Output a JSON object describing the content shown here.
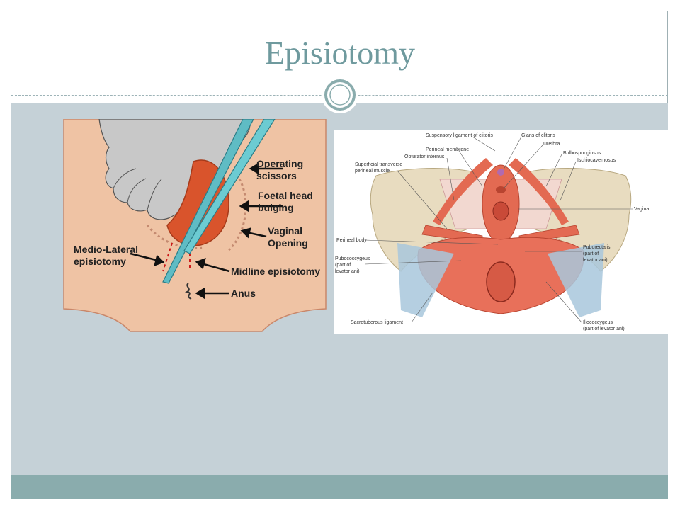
{
  "slide": {
    "title": "Episiotomy"
  },
  "left_figure": {
    "labels": {
      "operating_scissors_1": "Operating",
      "operating_scissors_2": "scissors",
      "foetal_head_1": "Foetal head",
      "foetal_head_2": "bulging",
      "vaginal_opening_1": "Vaginal",
      "vaginal_opening_2": "Opening",
      "medio_lateral_1": "Medio-Lateral",
      "medio_lateral_2": "episiotomy",
      "midline": "Midline episiotomy",
      "anus": "Anus"
    }
  },
  "right_figure": {
    "labels": {
      "suspensory": "Suspensory ligament of clitoris",
      "glans": "Glans of clitoris",
      "urethra": "Urethra",
      "perineal_membrane": "Perineal membrane",
      "bulbospongiosus": "Bulbospongiosus",
      "obturator": "Obturator internus",
      "ischiocavernosus": "Ischiocavernosus",
      "superficial_1": "Superficial transverse",
      "superficial_2": "perineal muscle",
      "vagina": "Vagina",
      "perineal_body": "Perineal body",
      "puborectalis_1": "Puborectalis",
      "puborectalis_2": "(part of",
      "puborectalis_3": "levator ani)",
      "pubococcygeus_1": "Pubococcygeus",
      "pubococcygeus_2": "(part of",
      "pubococcygeus_3": "levator ani)",
      "sacrotuberous": "Sacrotuberous ligament",
      "iliococcygeus_1": "Iliococcygeus",
      "iliococcygeus_2": "(part of levator ani)"
    }
  },
  "colors": {
    "title": "#6f9a9e",
    "content_bg": "#c5d1d7",
    "footer_bg": "#8aacad",
    "skin": "#efc3a4",
    "muscle": "#e36a52",
    "bone": "#e8dcc0",
    "ligament": "#a8c7dc",
    "scissors": "#5fbcc4"
  }
}
